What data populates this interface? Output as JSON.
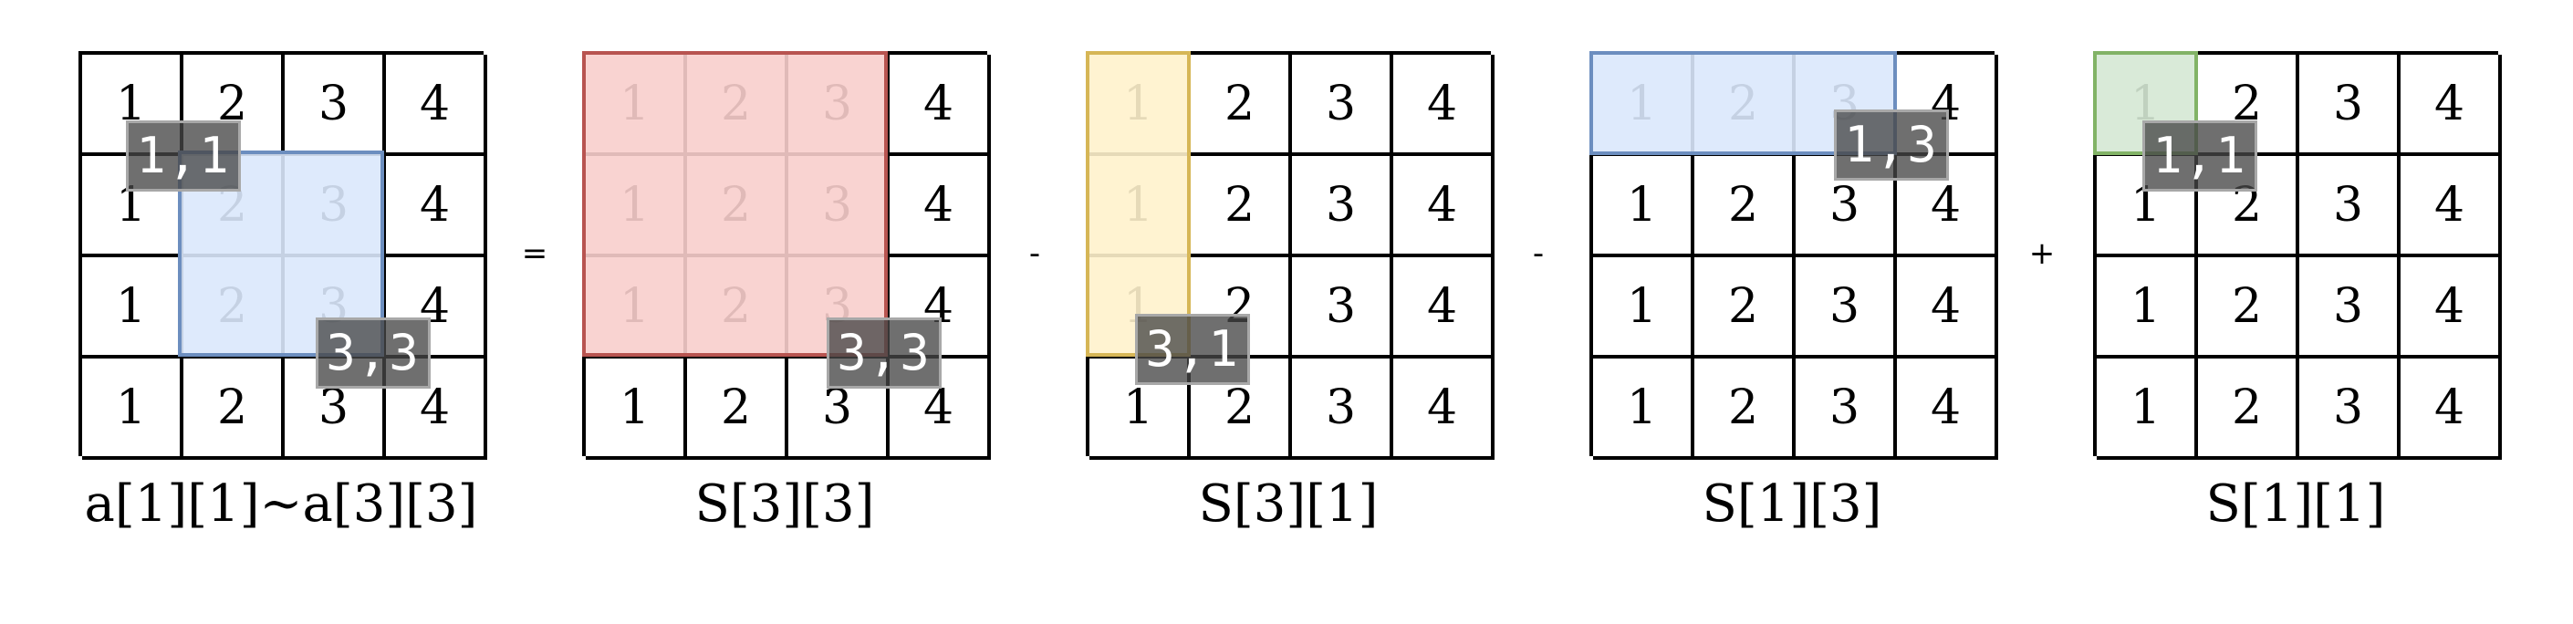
{
  "numbers": [
    "1",
    "2",
    "3",
    "4"
  ],
  "colors": {
    "blue": "#dae8fc",
    "blueBorder": "#6c8ebf",
    "red": "#f8cecc",
    "redBorder": "#b85450",
    "yellow": "#fff2cc",
    "yellowBorder": "#d6b656",
    "green": "#d5e8d4",
    "greenBorder": "#82b366"
  },
  "operators": [
    "=",
    "-",
    "-",
    "+"
  ],
  "panels": [
    {
      "label": "a[1][1]~a[3][3]",
      "badges": [
        "1,1",
        "3,3"
      ]
    },
    {
      "label": "S[3][3]",
      "badges": [
        "3,3"
      ]
    },
    {
      "label": "S[3][1]",
      "badges": [
        "3,1"
      ]
    },
    {
      "label": "S[1][3]",
      "badges": [
        "1,3"
      ]
    },
    {
      "label": "S[1][1]",
      "badges": [
        "1,1"
      ]
    }
  ]
}
